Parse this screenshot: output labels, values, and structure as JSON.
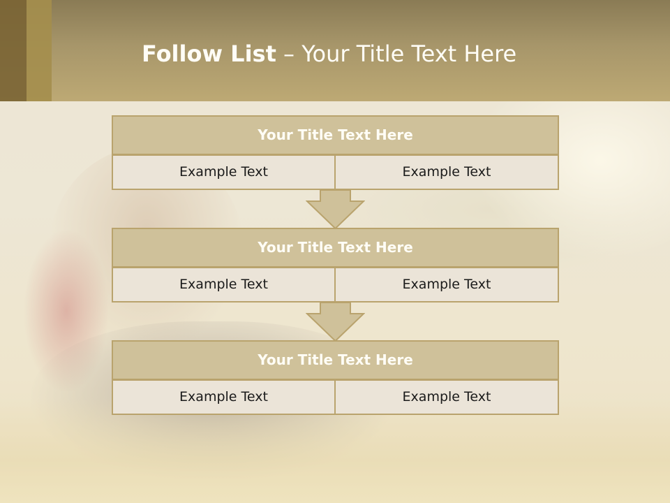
{
  "slide": {
    "title_bold": "Follow List",
    "title_rest": " – Your Title Text Here"
  },
  "steps": [
    {
      "heading": "Your Title Text Here",
      "left": "Example Text",
      "right": "Example Text"
    },
    {
      "heading": "Your Title Text Here",
      "left": "Example Text",
      "right": "Example Text"
    },
    {
      "heading": "Your Title Text Here",
      "left": "Example Text",
      "right": "Example Text"
    }
  ],
  "colors": {
    "header": "#bda974",
    "box_head": "#cfc19a",
    "box_cell": "#ebe4d8",
    "border": "#b9a36d"
  }
}
